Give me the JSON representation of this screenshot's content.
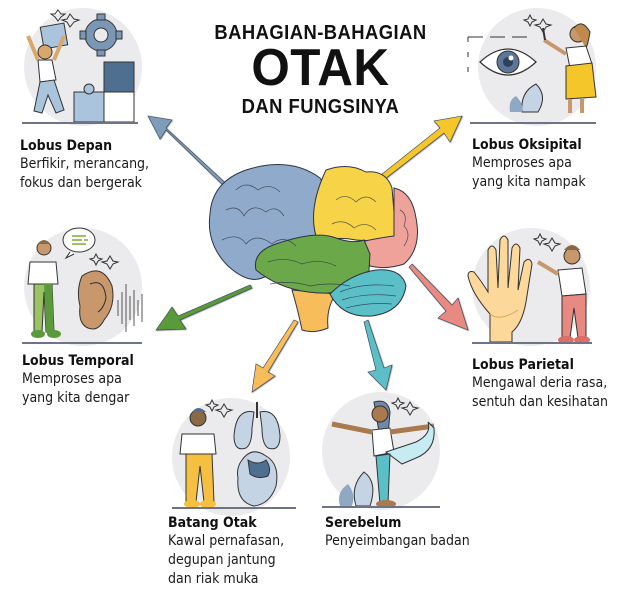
{
  "title": {
    "line1": "BAHAGIAN-BAHAGIAN",
    "line2": "OTAK",
    "line3": "DAN FUNGSINYA"
  },
  "parts": [
    {
      "id": "frontal",
      "name": "Lobus Depan",
      "desc": [
        "Berfikir, merancang,",
        "fokus dan bergerak"
      ],
      "color": "#7f9cbb",
      "icon": "puzzle-gear-icon"
    },
    {
      "id": "occipital",
      "name": "Lobus Oksipital",
      "desc": [
        "Memproses apa",
        "yang kita nampak"
      ],
      "color": "#f5c629",
      "icon": "eye-icon"
    },
    {
      "id": "temporal",
      "name": "Lobus Temporal",
      "desc": [
        "Memproses apa",
        "yang kita dengar"
      ],
      "color": "#5a9a3b",
      "icon": "ear-icon"
    },
    {
      "id": "parietal",
      "name": "Lobus Parietal",
      "desc": [
        "Mengawal deria rasa,",
        "sentuh dan kesihatan"
      ],
      "color": "#e88a82",
      "icon": "hand-icon"
    },
    {
      "id": "brainstem",
      "name": "Batang Otak",
      "desc": [
        "Kawal pernafasan,",
        "degupan jantung",
        "dan riak muka"
      ],
      "color": "#f7bd5a",
      "icon": "lungs-heart-icon"
    },
    {
      "id": "cerebellum",
      "name": "Serebelum",
      "desc": [
        "Penyeimbangan badan"
      ],
      "color": "#5bbfc8",
      "icon": "yoga-pose-icon"
    }
  ]
}
